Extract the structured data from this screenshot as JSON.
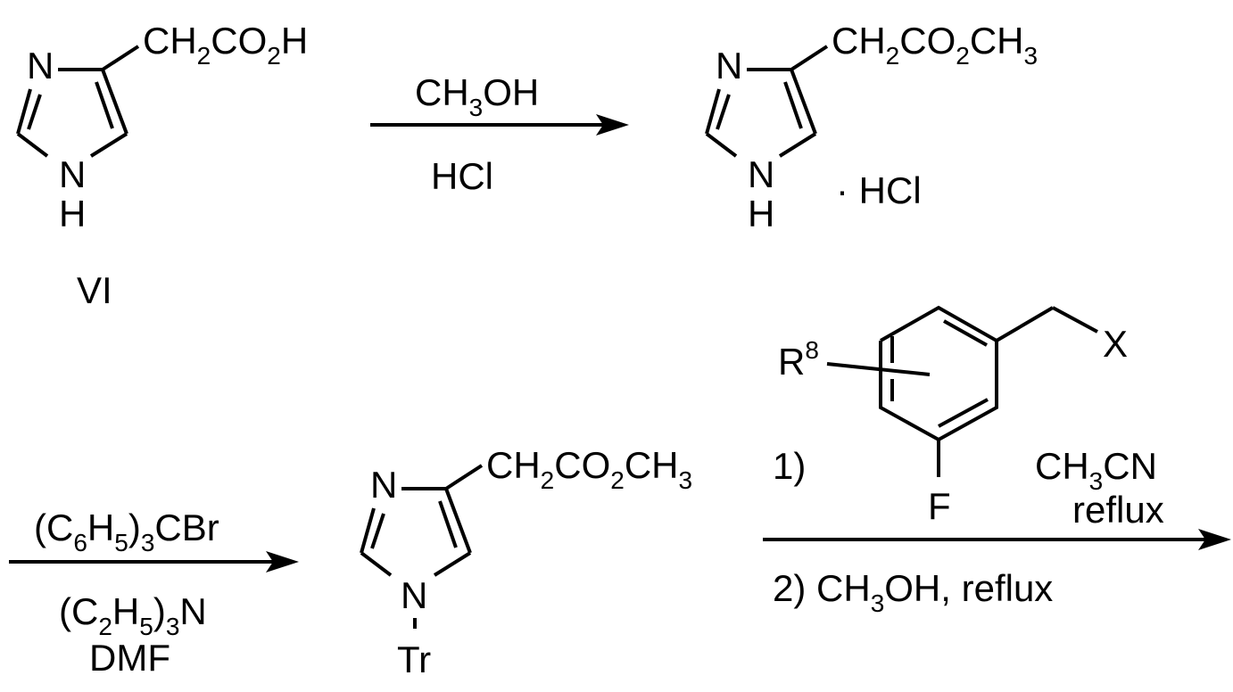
{
  "step1": {
    "reactant": {
      "ring_n_top": "N",
      "ring_n_bottom": "N",
      "ring_h": "H",
      "substituent": [
        "CH",
        "2",
        "CO",
        "2",
        "H"
      ],
      "label": "VI"
    },
    "reagent_above": [
      "CH",
      "3",
      "OH"
    ],
    "reagent_below": "HCl",
    "product": {
      "ring_n_top": "N",
      "ring_n_bottom": "N",
      "ring_h": "H",
      "substituent": [
        "CH",
        "2",
        "CO",
        "2",
        "CH",
        "3"
      ],
      "salt": "· HCl"
    }
  },
  "step2": {
    "reagent_above": [
      "(C",
      "6",
      "H",
      "5",
      ")",
      "3",
      "CBr"
    ],
    "reagent_below_1": [
      "(C",
      "2",
      "H",
      "5",
      ")",
      "3",
      "N"
    ],
    "reagent_below_2": "DMF",
    "product": {
      "ring_n_top": "N",
      "ring_n_bottom": "N",
      "protecting_group": "Tr",
      "substituent": [
        "CH",
        "2",
        "CO",
        "2",
        "CH",
        "3"
      ]
    }
  },
  "step3": {
    "step1_label": "1)",
    "benzyl_r": "R",
    "benzyl_r_sup": "8",
    "benzyl_leaving": "X",
    "benzyl_f": "F",
    "solvent": [
      "CH",
      "3",
      "CN"
    ],
    "condition": "reflux",
    "step2_text": [
      "2) CH",
      "3",
      "OH, reflux"
    ]
  }
}
